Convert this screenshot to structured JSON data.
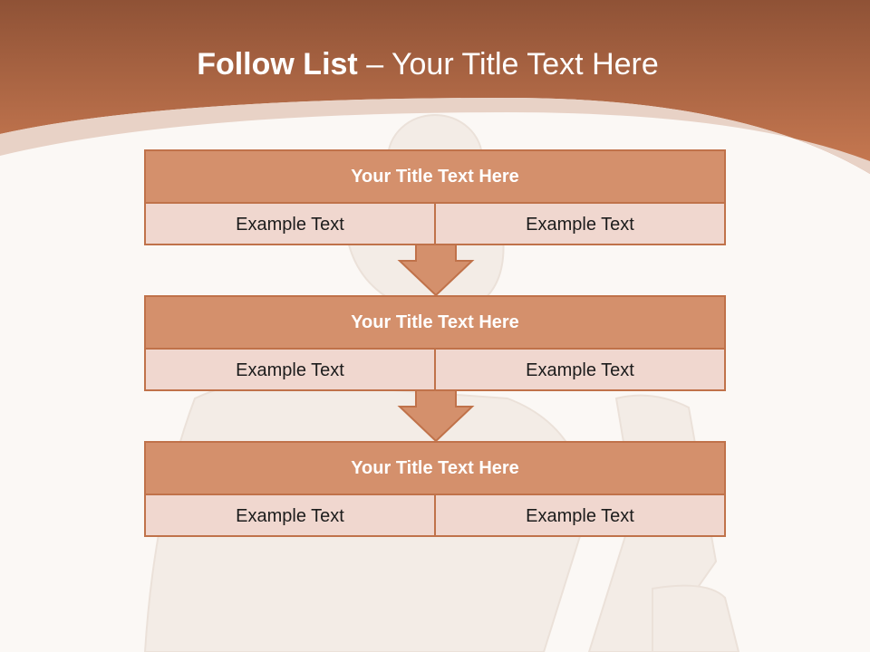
{
  "slide": {
    "title_bold": "Follow List",
    "title_rest": "– Your Title Text Here"
  },
  "blocks": [
    {
      "title": "Your Title Text Here",
      "left": "Example Text",
      "right": "Example Text"
    },
    {
      "title": "Your Title Text Here",
      "left": "Example Text",
      "right": "Example Text"
    },
    {
      "title": "Your Title Text Here",
      "left": "Example Text",
      "right": "Example Text"
    }
  ],
  "colors": {
    "header": "#b96a43",
    "block_head": "#d4906c",
    "block_body": "#f0d7cf",
    "border": "#c0724a",
    "arrow": "#d4906c",
    "background": "#fbf8f5"
  }
}
